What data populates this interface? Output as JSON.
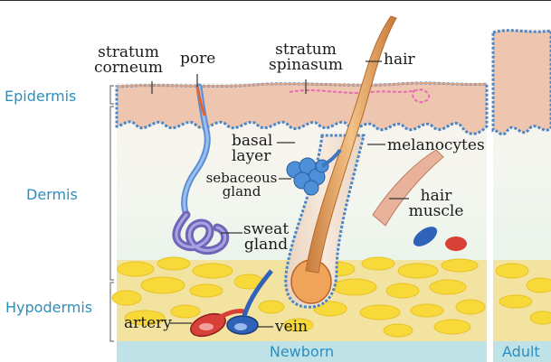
{
  "layers": {
    "epidermis": "Epidermis",
    "dermis": "Dermis",
    "hypodermis": "Hypodermis"
  },
  "labels": {
    "stratum_corneum_1": "stratum",
    "stratum_corneum_2": "corneum",
    "pore": "pore",
    "stratum_spinasum_1": "stratum",
    "stratum_spinasum_2": "spinasum",
    "hair": "hair",
    "basal_layer_1": "basal",
    "basal_layer_2": "layer",
    "melanocytes": "melanocytes",
    "sebaceous_gland_1": "sebaceous",
    "sebaceous_gland_2": "gland",
    "hair_muscle_1": "hair",
    "hair_muscle_2": "muscle",
    "sweat_gland_1": "sweat",
    "sweat_gland_2": "gland",
    "artery": "artery",
    "vein": "vein"
  },
  "panels": {
    "newborn": "Newborn",
    "adult": "Adult"
  },
  "colors": {
    "layer_text": "#2a8fc2",
    "epidermis": "#eec5ae",
    "dermis_top": "#f7eee6",
    "dermis_bottom": "#e4f2e8",
    "fat": "#f6dc48",
    "hair": "#e0a060",
    "sweat_gland": "#7d76c6",
    "sebaceous_gland": "#4d8fd8",
    "artery": "#d8403a",
    "vein": "#2f62b8",
    "footer_band": "#bfe2e6"
  }
}
